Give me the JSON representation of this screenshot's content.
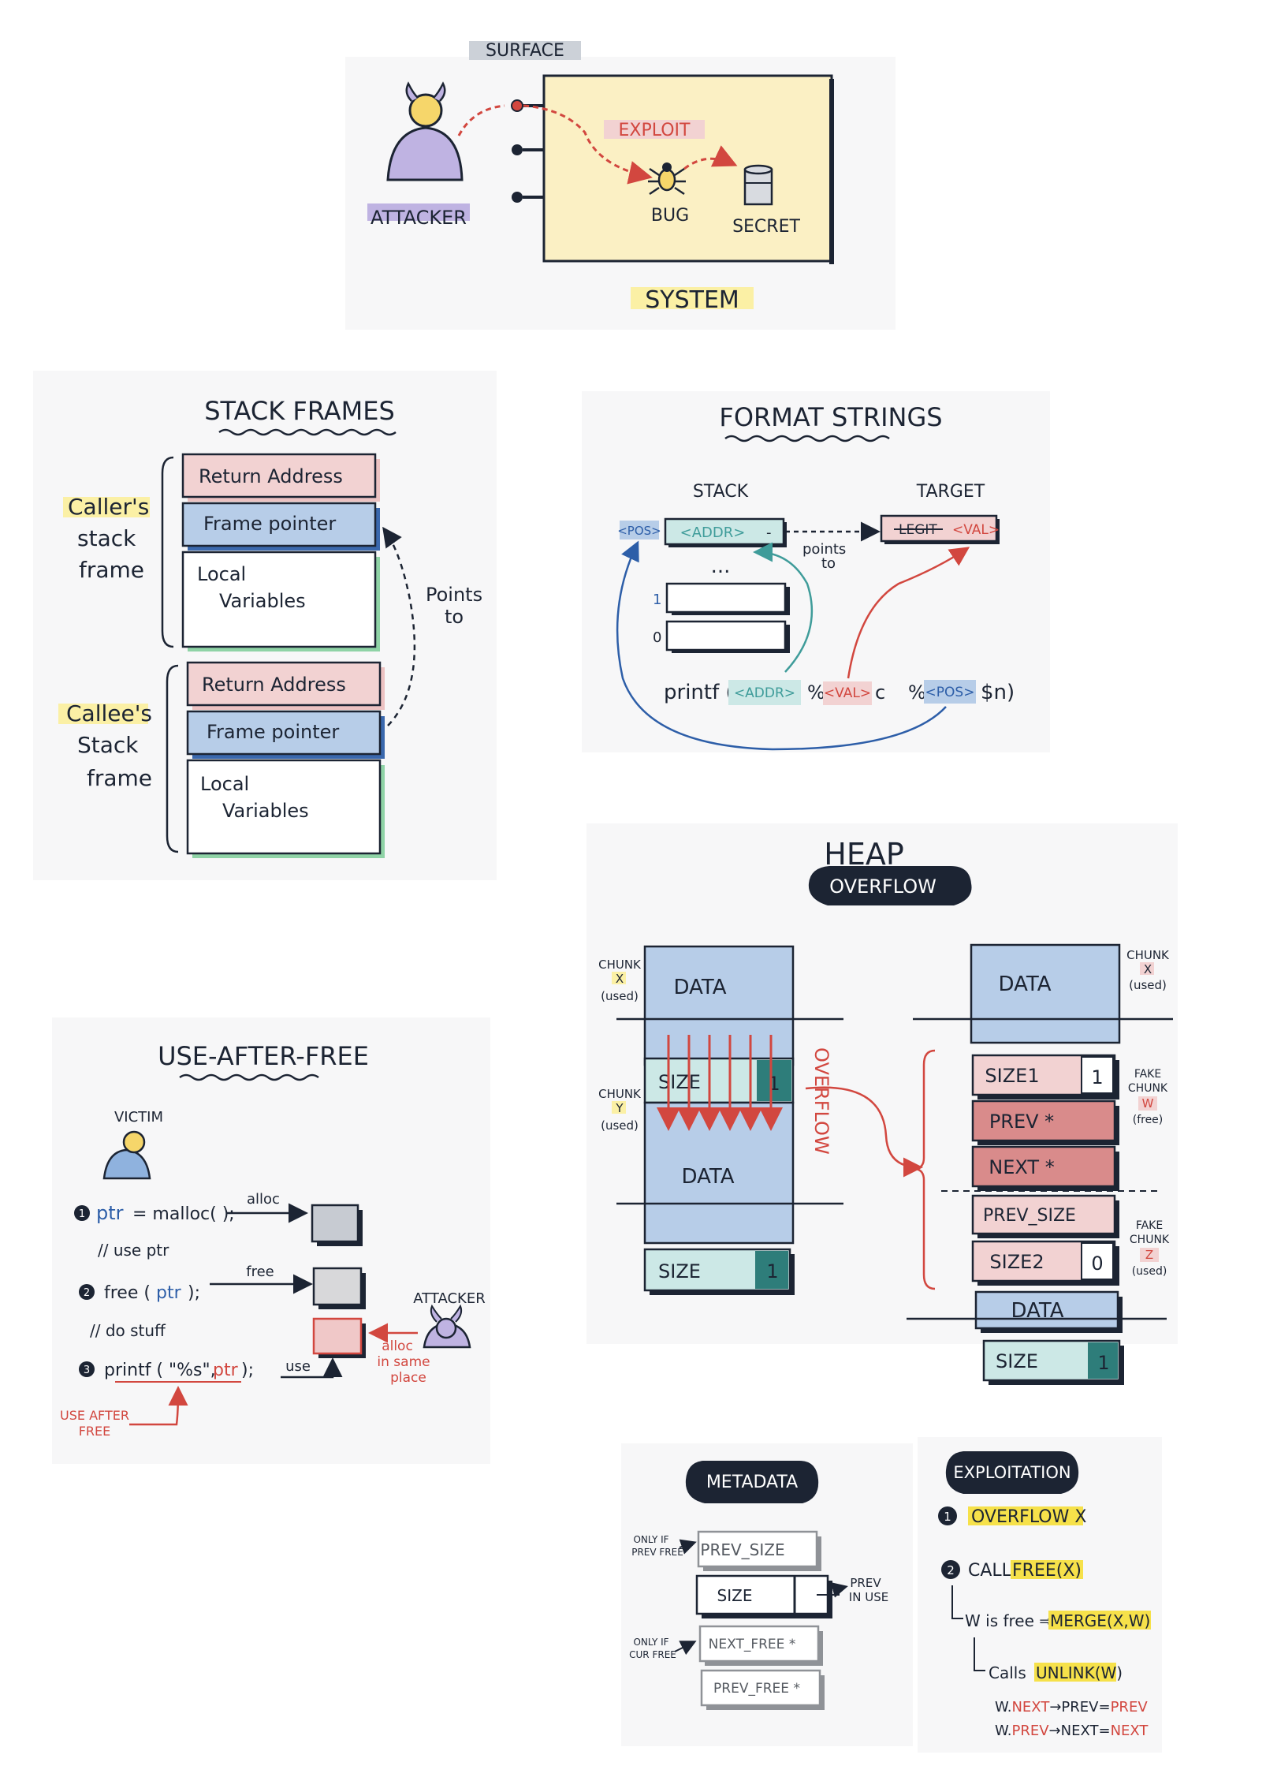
{
  "surface": {
    "surface_label": "SURFACE",
    "attacker_label": "ATTACKER",
    "exploit_label": "EXPLOIT",
    "bug_label": "BUG",
    "secret_label": "SECRET",
    "system_label": "SYSTEM"
  },
  "stack_frames": {
    "title": "STACK FRAMES",
    "caller_label": [
      "Caller's",
      "stack",
      "frame"
    ],
    "callee_label": [
      "Callee's",
      "Stack",
      "frame"
    ],
    "return_address": "Return Address",
    "frame_pointer": "Frame pointer",
    "local_variables": [
      "Local",
      "Variables"
    ],
    "points_to": [
      "Points",
      "to"
    ]
  },
  "format_strings": {
    "title": "FORMAT STRINGS",
    "stack_label": "STACK",
    "target_label": "TARGET",
    "pos_tag": "<POS>",
    "addr_cell": "<ADDR>",
    "addr_dash": "-",
    "legit_text": "LEGIT",
    "val_text": "<VAL>",
    "points_to": [
      "points",
      "to"
    ],
    "dots": "...",
    "index_1": "1",
    "index_0": "0",
    "printf_prefix": "printf (",
    "printf_addr": "<ADDR>",
    "printf_pct1": "%",
    "printf_val": "<VAL>",
    "printf_c": "c",
    "printf_pct2": "%",
    "printf_pos": "<POS>",
    "printf_n": "$n)"
  },
  "heap": {
    "title": "HEAP",
    "badge": "OVERFLOW",
    "chunk_x_left": [
      "CHUNK",
      "X",
      "(used)"
    ],
    "chunk_y_left": [
      "CHUNK",
      "Y",
      "(used)"
    ],
    "data": "DATA",
    "size": "SIZE",
    "one": "1",
    "overflow_label": "OVERFLOW",
    "chunk_x_right": [
      "CHUNK",
      "X",
      "(used)"
    ],
    "size1": "SIZE1",
    "prev_ptr": "PREV *",
    "next_ptr": "NEXT *",
    "prev_size": "PREV_SIZE",
    "size2": "SIZE2",
    "zero": "0",
    "fake_chunk_w": [
      "FAKE",
      "CHUNK",
      "W",
      "(free)"
    ],
    "fake_chunk_z": [
      "FAKE",
      "CHUNK",
      "Z",
      "(used)"
    ]
  },
  "uaf": {
    "title": "USE-AFTER-FREE",
    "victim": "VICTIM",
    "attacker": "ATTACKER",
    "step1_num": "1",
    "step1_ptr": "ptr",
    "step1_rest": "= malloc( );",
    "alloc_label": "alloc",
    "comment1": "// use ptr",
    "step2_num": "2",
    "step2_code_a": "free (",
    "step2_ptr": "ptr",
    "step2_code_b": ");",
    "free_label": "free",
    "comment2": "// do stuff",
    "step3_num": "3",
    "step3_code_a": "printf ( \"%s\",",
    "step3_ptr": "ptr",
    "step3_code_b": ");",
    "use_label": "use",
    "alloc_same": [
      "alloc",
      "in same",
      "place"
    ],
    "use_after_free": [
      "USE AFTER",
      "FREE"
    ]
  },
  "metadata": {
    "title": "METADATA",
    "only_if_prev_free": [
      "ONLY IF",
      "PREV FREE"
    ],
    "prev_size": "PREV_SIZE",
    "size": "SIZE",
    "prev_in_use": [
      "PREV",
      "IN USE"
    ],
    "only_if_cur_free": [
      "ONLY IF",
      "CUR FREE"
    ],
    "next_free": "NEXT_FREE *",
    "prev_free": "PREV_FREE *"
  },
  "exploitation": {
    "title": "EXPLOITATION",
    "step1_num": "1",
    "step1": "OVERFLOW X",
    "step2_num": "2",
    "step2_a": "CALL",
    "step2_b": "FREE(X)",
    "line3_a": "W is free ⇒",
    "line3_b": "MERGE(X,W)",
    "line4_a": "Calls",
    "line4_b": "UNLINK(W)",
    "eq1": [
      "W.",
      "NEXT",
      "→",
      "PREV",
      "=",
      "PREV"
    ],
    "eq2": [
      "W.",
      "PREV",
      "→",
      "NEXT",
      "=",
      "NEXT"
    ]
  },
  "colors": {
    "navy": "#1c2433",
    "pink": "#f2d2d2",
    "blue": "#b7cde8",
    "green": "#8fd3a6",
    "teal": "#cce8e6",
    "teal_dark": "#3f9c9a",
    "red": "#d2473f",
    "yellow": "#fbf0a5",
    "highlight": "#f6e14a",
    "purple": "#bfb3e2"
  }
}
